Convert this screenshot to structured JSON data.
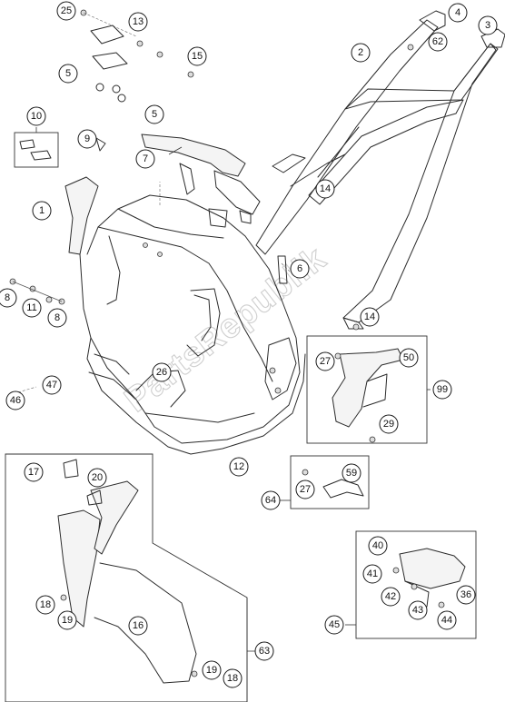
{
  "watermark": {
    "text": "PartsRepublik"
  },
  "colors": {
    "line": "#2b2b2b",
    "background": "#ffffff",
    "watermark": "#cfcfcf"
  },
  "callouts": {
    "c25": "25",
    "c13": "13",
    "c4": "4",
    "c3": "3",
    "c2": "2",
    "c62": "62",
    "c5a": "5",
    "c15": "15",
    "c10": "10",
    "c5b": "5",
    "c9": "9",
    "c7": "7",
    "c14a": "14",
    "c1": "1",
    "c6": "6",
    "c14b": "14",
    "c8a": "8",
    "c11": "11",
    "c8b": "8",
    "c27a": "27",
    "c50": "50",
    "c99": "99",
    "c26": "26",
    "c47": "47",
    "c46": "46",
    "c29": "29",
    "c12": "12",
    "c59": "59",
    "c27b": "27",
    "c64": "64",
    "c17": "17",
    "c20": "20",
    "c40": "40",
    "c41": "41",
    "c42": "42",
    "c43": "43",
    "c36": "36",
    "c44": "44",
    "c45": "45",
    "c18a": "18",
    "c19a": "19",
    "c16": "16",
    "c63": "63",
    "c19b": "19",
    "c18b": "18"
  }
}
